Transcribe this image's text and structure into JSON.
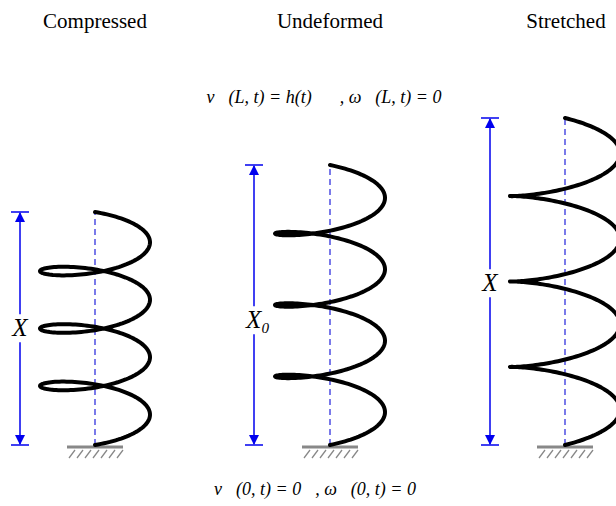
{
  "diagram": {
    "labels": [
      "Compressed",
      "Undeformed",
      "Stretched",
      "v⃗(L, t) = h(t)𝒩⃗, ω⃗(L, t) = 0⃗",
      "X",
      "X₀",
      "X",
      "v⃗(0, t) = 0⃗, ω⃗(0, t) = 0⃗"
    ]
  }
}
